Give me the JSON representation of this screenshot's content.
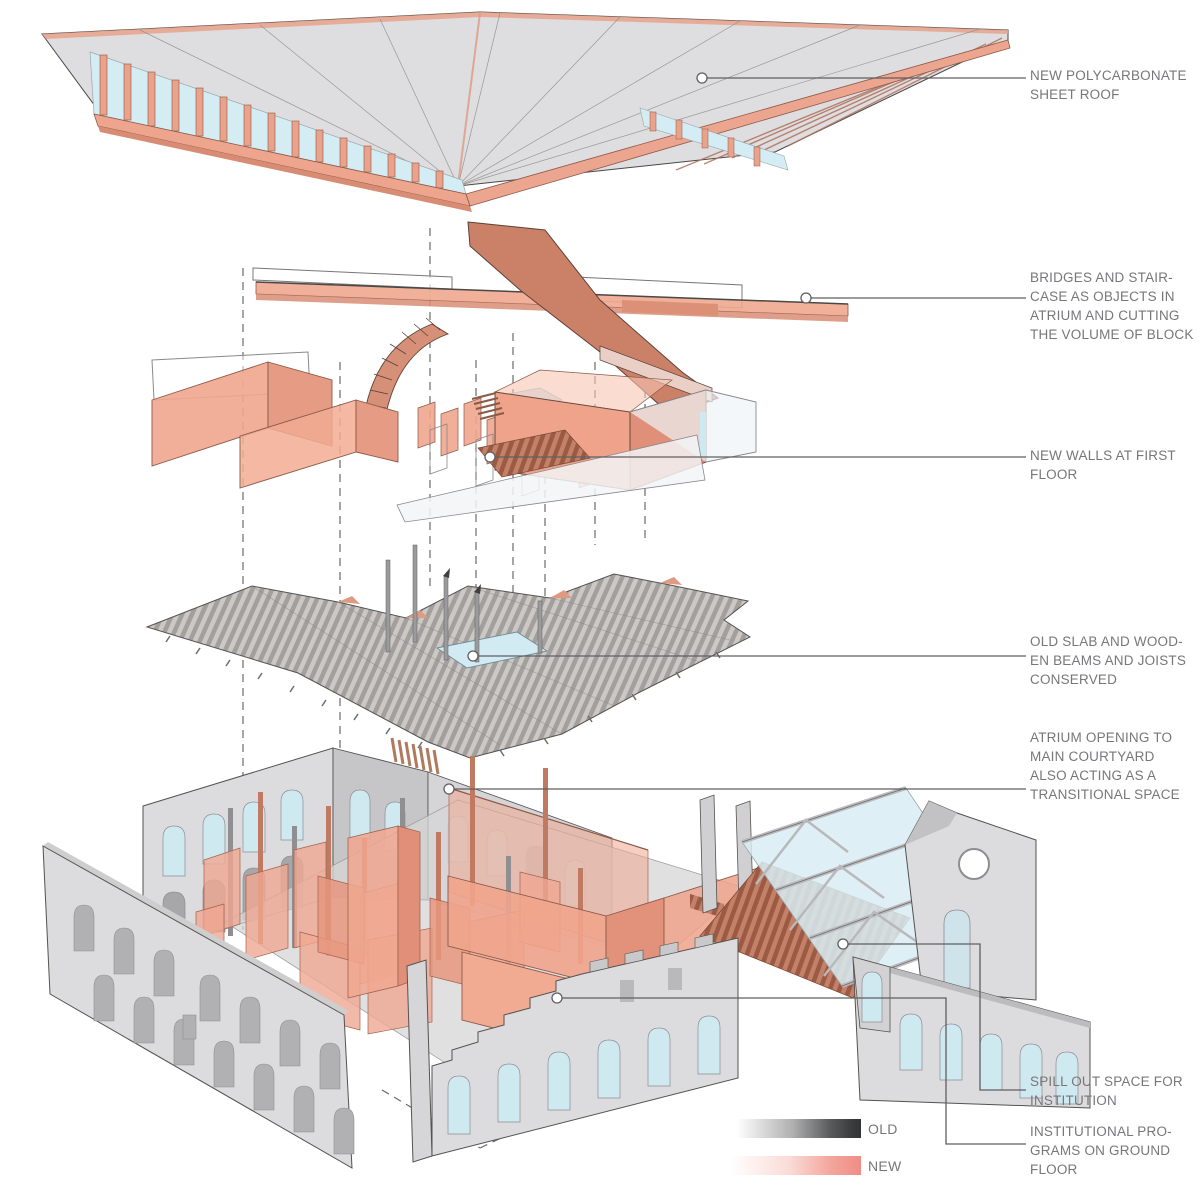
{
  "diagram": {
    "type": "exploded-axonometric-architecture-diagram",
    "annotations": [
      {
        "id": "roof",
        "text": "NEW POLYCARBONATE\nSHEET ROOF"
      },
      {
        "id": "bridges",
        "text": "BRIDGES AND STAIR-\nCASE AS OBJECTS IN\nATRIUM AND CUTTING\nTHE VOLUME OF BLOCK"
      },
      {
        "id": "walls",
        "text": "NEW WALLS AT FIRST\nFLOOR"
      },
      {
        "id": "slab",
        "text": "OLD SLAB AND WOOD-\nEN BEAMS AND JOISTS\nCONSERVED"
      },
      {
        "id": "atrium",
        "text": "ATRIUM OPENING TO\nMAIN COURTYARD\nALSO ACTING AS A\nTRANSITIONAL SPACE"
      },
      {
        "id": "spill",
        "text": "SPILL OUT SPACE FOR\nINSTITUTION"
      },
      {
        "id": "institutional",
        "text": "INSTITUTIONAL PRO-\nGRAMS ON GROUND\nFLOOR"
      }
    ],
    "legend": {
      "old_label": "OLD",
      "new_label": "NEW",
      "old_color": "#333436",
      "new_color": "#ef8d85"
    },
    "colors": {
      "new_salmon": "#efa48c",
      "new_salmon_dark": "#cb8068",
      "old_gray_wall": "#dcdbdd",
      "glass_blue": "#d2eaf2",
      "brick": "#b26a50",
      "leader_line": "#5f5f61",
      "label_text": "#77777a"
    }
  }
}
